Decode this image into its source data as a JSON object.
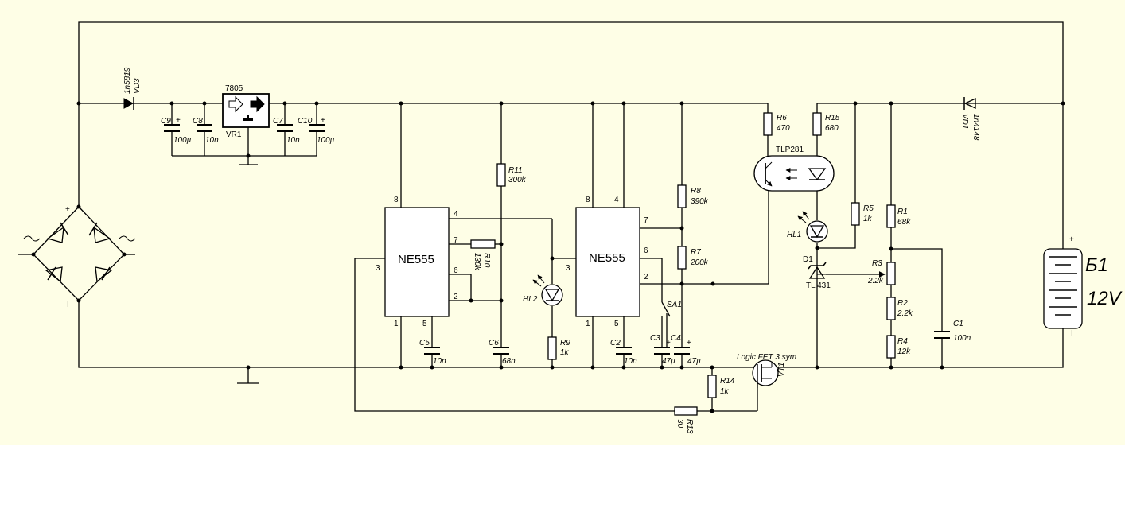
{
  "colors": {
    "background": "#fefee6",
    "ink": "#000000"
  },
  "regulator": {
    "name": "7805",
    "ref": "VR1"
  },
  "ic1": {
    "name": "NE555",
    "pins": [
      "8",
      "4",
      "7",
      "6",
      "2",
      "3",
      "1",
      "5"
    ]
  },
  "ic2": {
    "name": "NE555",
    "pins": [
      "8",
      "4",
      "7",
      "6",
      "2",
      "3",
      "1",
      "5"
    ]
  },
  "optocoupler": {
    "name": "TLP281"
  },
  "shunt": {
    "ref": "D1",
    "name": "TL 431"
  },
  "mosfet": {
    "type": "Logic FET 3 sym",
    "ref": "VT1"
  },
  "diodes": {
    "vd3": {
      "ref": "VD3",
      "value": "1n5819"
    },
    "vd1": {
      "ref": "VD1",
      "value": "1n4148"
    }
  },
  "battery": {
    "ref": "Б1",
    "voltage": "12V",
    "plus": "+",
    "minus": "I"
  },
  "bridge": {
    "plus": "+",
    "minus": "I"
  },
  "switch": {
    "ref": "SA1"
  },
  "leds": {
    "hl1": "HL1",
    "hl2": "HL2"
  },
  "resistors": {
    "r1": {
      "ref": "R1",
      "value": "68k"
    },
    "r2": {
      "ref": "R2",
      "value": "2.2k"
    },
    "r3": {
      "ref": "R3",
      "value": "2.2k"
    },
    "r4": {
      "ref": "R4",
      "value": "12k"
    },
    "r5": {
      "ref": "R5",
      "value": "1k"
    },
    "r6": {
      "ref": "R6",
      "value": "470"
    },
    "r7": {
      "ref": "R7",
      "value": "200k"
    },
    "r8": {
      "ref": "R8",
      "value": "390k"
    },
    "r9": {
      "ref": "R9",
      "value": "1k"
    },
    "r10": {
      "ref": "R10",
      "value": "130k"
    },
    "r11": {
      "ref": "R11",
      "value": "300k"
    },
    "r13": {
      "ref": "R13",
      "value": "30"
    },
    "r14": {
      "ref": "R14",
      "value": "1k"
    },
    "r15": {
      "ref": "R15",
      "value": "680"
    }
  },
  "capacitors": {
    "c1": {
      "ref": "C1",
      "value": "100n"
    },
    "c2": {
      "ref": "C2",
      "value": "10n"
    },
    "c3": {
      "ref": "C3",
      "value": "47µ"
    },
    "c4": {
      "ref": "C4",
      "value": "47µ"
    },
    "c5": {
      "ref": "C5",
      "value": "10n"
    },
    "c6": {
      "ref": "C6",
      "value": "68n"
    },
    "c7": {
      "ref": "C7",
      "value": "10n"
    },
    "c8": {
      "ref": "C8",
      "value": "10n"
    },
    "c9": {
      "ref": "C9",
      "value": "100µ"
    },
    "c10": {
      "ref": "C10",
      "value": "100µ"
    }
  }
}
